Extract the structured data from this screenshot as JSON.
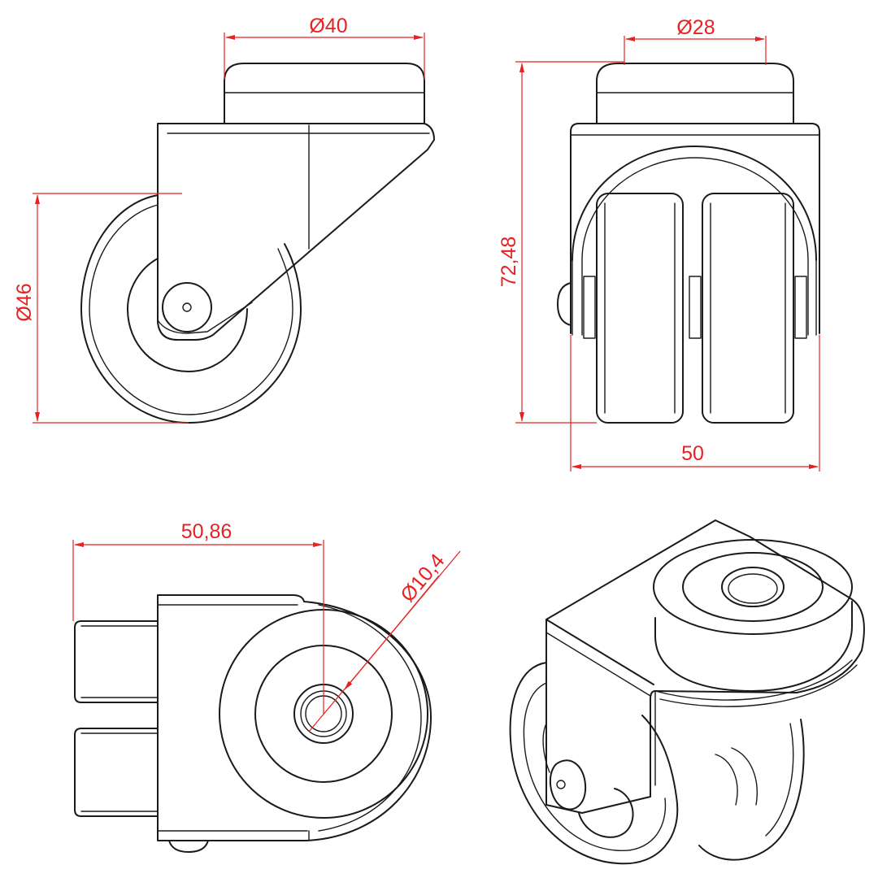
{
  "colors": {
    "line": "#1a1a1a",
    "dimension": "#e52222",
    "background": "#ffffff"
  },
  "dimensions": {
    "top_plate_diameter": "Ø40",
    "top_plate_inner_diameter": "Ø28",
    "wheel_diameter": "Ø46",
    "overall_height": "72,48",
    "overall_width": "50",
    "offset": "50,86",
    "bolt_hole_diameter": "Ø10,4"
  },
  "views": [
    "side",
    "front",
    "top",
    "isometric"
  ]
}
